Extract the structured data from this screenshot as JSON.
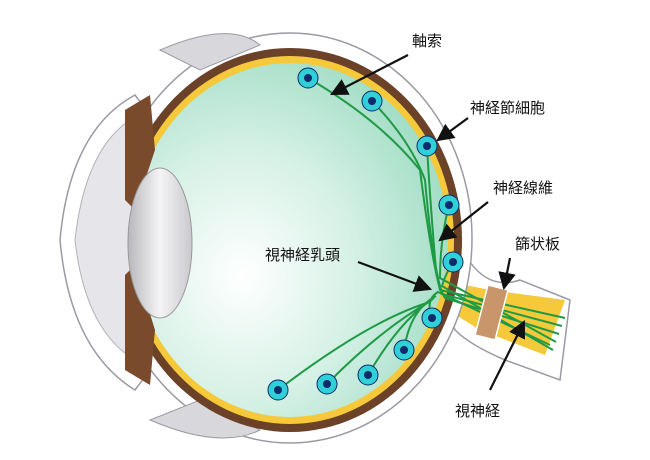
{
  "labels": {
    "axon": "軸索",
    "ganglion_cell": "神経節細胞",
    "nerve_fiber": "神経線維",
    "lamina_cribrosa": "篩状板",
    "optic_disc": "視神経乳頭",
    "optic_nerve": "視神経"
  },
  "colors": {
    "vitreous": "#bfe8d8",
    "choroid": "#6b4228",
    "retina": "#f5c93a",
    "fiber": "#1f9a45",
    "cell": "#2fd0d8",
    "nucleus": "#0d2a6b"
  }
}
